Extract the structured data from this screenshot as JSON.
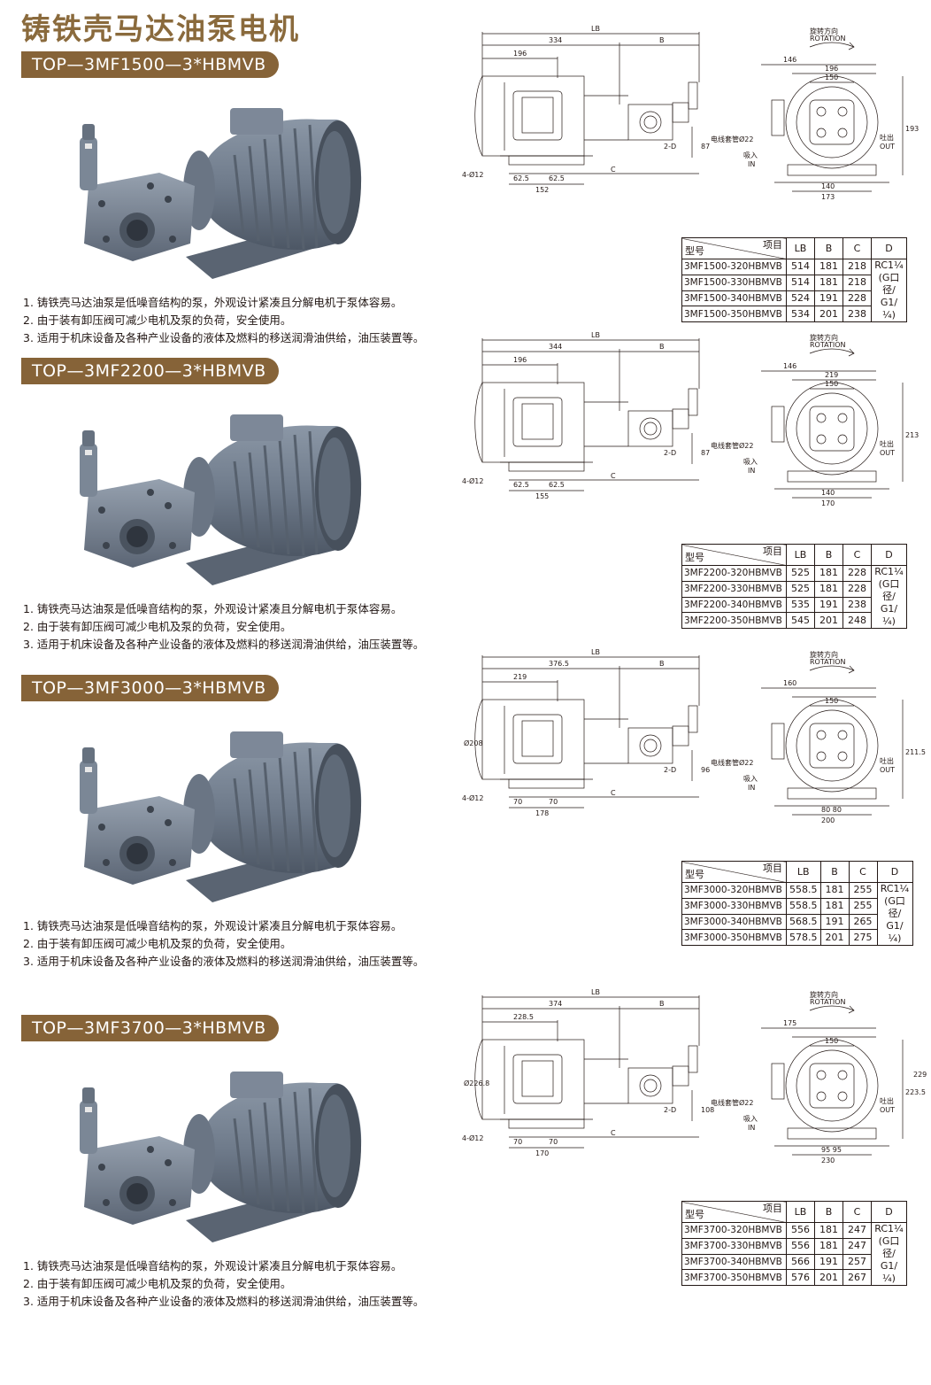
{
  "page_title": "铸铁壳马达油泵电机",
  "header_labels": {
    "model": "型号",
    "item": "项目",
    "LB": "LB",
    "B": "B",
    "C": "C",
    "D": "D"
  },
  "notes": [
    "1. 铸铁壳马达油泵是低噪音结构的泵，外观设计紧凑且分解电机于泵体容易。",
    "2. 由于装有卸压阀可减少电机及泵的负荷，安全使用。",
    "3. 适用于机床设备及各种产业设备的液体及燃料的移送润滑油供给，油压装置等。"
  ],
  "d_value": [
    "RC1¼",
    "(G口径/",
    "G1/¼)"
  ],
  "drawing_labels": {
    "lb": "LB",
    "b": "B",
    "c": "C",
    "port": "2-D",
    "cable": "电线套管Ø22",
    "inlet": "吸入",
    "inlet_en": "IN",
    "outlet": "吐出",
    "outlet_en": "OUT",
    "rotation": "旋转方向",
    "rotation_en": "ROTATION",
    "holes": "4-Ø12"
  },
  "sections": [
    {
      "tag": "TOP—3MF1500—3*HBMVB",
      "dims": {
        "d1": "334",
        "d2": "196",
        "h": "87",
        "f1": "62.5",
        "f2": "62.5",
        "w1": "152",
        "s1": "146",
        "s2": "196",
        "s3": "150",
        "sh": "193",
        "sb1": "140",
        "sb2": "173"
      },
      "rows": [
        {
          "model": "3MF1500-320HBMVB",
          "LB": "514",
          "B": "181",
          "C": "218"
        },
        {
          "model": "3MF1500-330HBMVB",
          "LB": "514",
          "B": "181",
          "C": "218"
        },
        {
          "model": "3MF1500-340HBMVB",
          "LB": "524",
          "B": "191",
          "C": "228"
        },
        {
          "model": "3MF1500-350HBMVB",
          "LB": "534",
          "B": "201",
          "C": "238"
        }
      ]
    },
    {
      "tag": "TOP—3MF2200—3*HBMVB",
      "dims": {
        "d1": "344",
        "d2": "196",
        "h": "87",
        "f1": "62.5",
        "f2": "62.5",
        "w1": "155",
        "s1": "146",
        "s2": "219",
        "s3": "150",
        "sh": "213",
        "sb1": "140",
        "sb2": "170"
      },
      "rows": [
        {
          "model": "3MF2200-320HBMVB",
          "LB": "525",
          "B": "181",
          "C": "228"
        },
        {
          "model": "3MF2200-330HBMVB",
          "LB": "525",
          "B": "181",
          "C": "228"
        },
        {
          "model": "3MF2200-340HBMVB",
          "LB": "535",
          "B": "191",
          "C": "238"
        },
        {
          "model": "3MF2200-350HBMVB",
          "LB": "545",
          "B": "201",
          "C": "248"
        }
      ]
    },
    {
      "tag": "TOP—3MF3000—3*HBMVB",
      "dims": {
        "d1": "376.5",
        "d2": "219",
        "h": "96",
        "f1": "70",
        "f2": "70",
        "w1": "178",
        "s1": "160",
        "s2": "",
        "s3": "150",
        "sh": "211.5",
        "sb1": "80",
        "sb1b": "80",
        "sb2": "200",
        "dia": "Ø208"
      },
      "rows": [
        {
          "model": "3MF3000-320HBMVB",
          "LB": "558.5",
          "B": "181",
          "C": "255"
        },
        {
          "model": "3MF3000-330HBMVB",
          "LB": "558.5",
          "B": "181",
          "C": "255"
        },
        {
          "model": "3MF3000-340HBMVB",
          "LB": "568.5",
          "B": "191",
          "C": "265"
        },
        {
          "model": "3MF3000-350HBMVB",
          "LB": "578.5",
          "B": "201",
          "C": "275"
        }
      ]
    },
    {
      "tag": "TOP—3MF3700—3*HBMVB",
      "dims": {
        "d1": "374",
        "d2": "228.5",
        "h": "108",
        "f1": "70",
        "f2": "70",
        "w1": "170",
        "s1": "175",
        "s2": "",
        "s3": "150",
        "sh": "223.5",
        "sh2": "229",
        "sb1": "95",
        "sb1b": "95",
        "sb2": "230",
        "dia": "Ø226.8"
      },
      "rows": [
        {
          "model": "3MF3700-320HBMVB",
          "LB": "556",
          "B": "181",
          "C": "247"
        },
        {
          "model": "3MF3700-330HBMVB",
          "LB": "556",
          "B": "181",
          "C": "247"
        },
        {
          "model": "3MF3700-340HBMVB",
          "LB": "566",
          "B": "191",
          "C": "257"
        },
        {
          "model": "3MF3700-350HBMVB",
          "LB": "576",
          "B": "201",
          "C": "267"
        }
      ]
    }
  ]
}
